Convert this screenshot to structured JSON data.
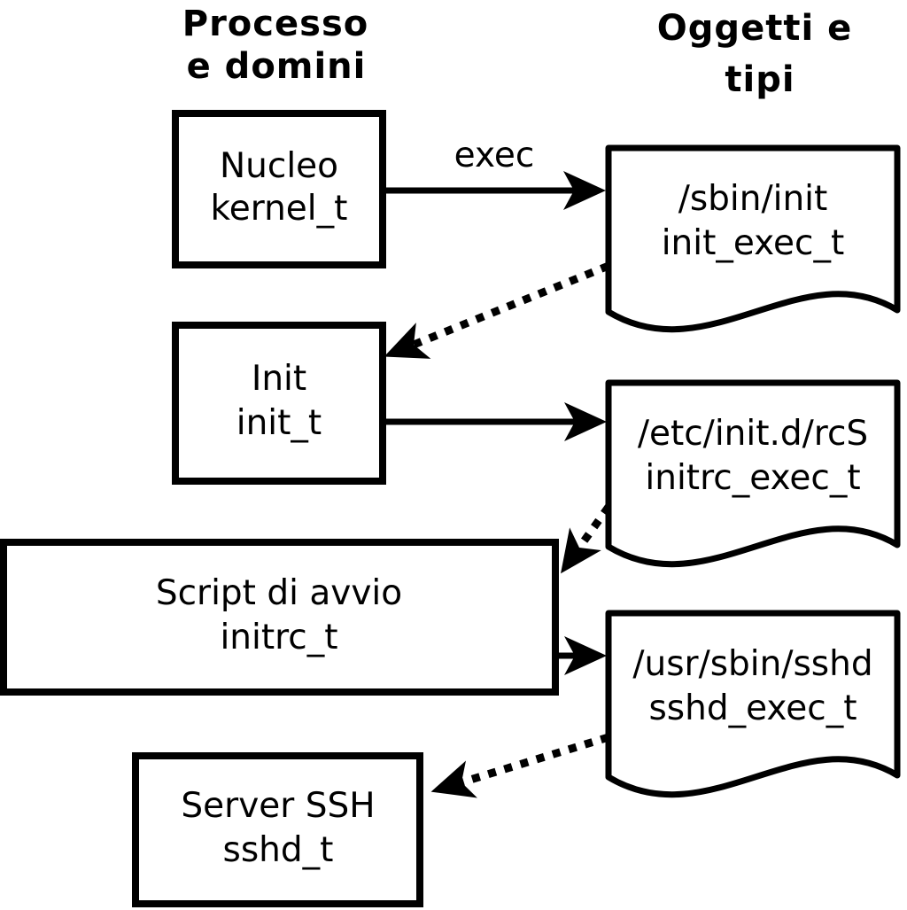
{
  "diagram": {
    "headers": {
      "left_line1": "Processo",
      "left_line2": "e domini",
      "right_line1": "Oggetti e",
      "right_line2": "tipi"
    },
    "exec_label": "exec",
    "processes": [
      {
        "name": "Nucleo",
        "type": "kernel_t"
      },
      {
        "name": "Init",
        "type": "init_t"
      },
      {
        "name": "Script di avvio",
        "type": "initrc_t"
      },
      {
        "name": "Server SSH",
        "type": "sshd_t"
      }
    ],
    "objects": [
      {
        "path": "/sbin/init",
        "type": "init_exec_t"
      },
      {
        "path": "/etc/init.d/rcS",
        "type": "initrc_exec_t"
      },
      {
        "path": "/usr/sbin/sshd",
        "type": "sshd_exec_t"
      }
    ],
    "colors": {
      "foreground": "#000000",
      "background": "#ffffff"
    }
  }
}
